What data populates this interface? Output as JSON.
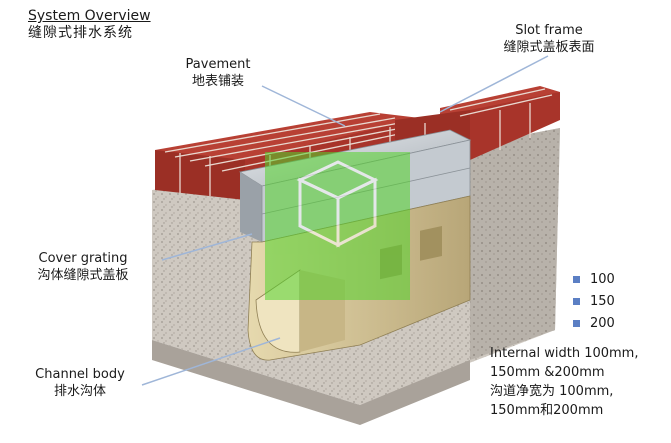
{
  "title": {
    "en": "System Overview",
    "zh": "缝隙式排水系统"
  },
  "labels": {
    "slot_frame": {
      "en": "Slot frame",
      "zh": "缝隙式盖板表面"
    },
    "pavement": {
      "en": "Pavement",
      "zh": "地表铺装"
    },
    "cover_grating": {
      "en": "Cover grating",
      "zh": "沟体缝隙式盖板"
    },
    "channel_body": {
      "en": "Channel body",
      "zh": "排水沟体"
    }
  },
  "legend": [
    {
      "label": "100",
      "color": "#5b7fc4"
    },
    {
      "label": "150",
      "color": "#5b7fc4"
    },
    {
      "label": "200",
      "color": "#5b7fc4"
    }
  ],
  "note": [
    "Internal width 100mm,",
    "150mm &200mm",
    "沟道净宽为 100mm,",
    "150mm和200mm"
  ],
  "colors": {
    "brick": "#a8342a",
    "concrete": "#c9c3bb",
    "channel": "#d6c79a",
    "steel": "#c8cdd2",
    "watermark": "#54d42c",
    "leader": "#9fb6d8"
  }
}
